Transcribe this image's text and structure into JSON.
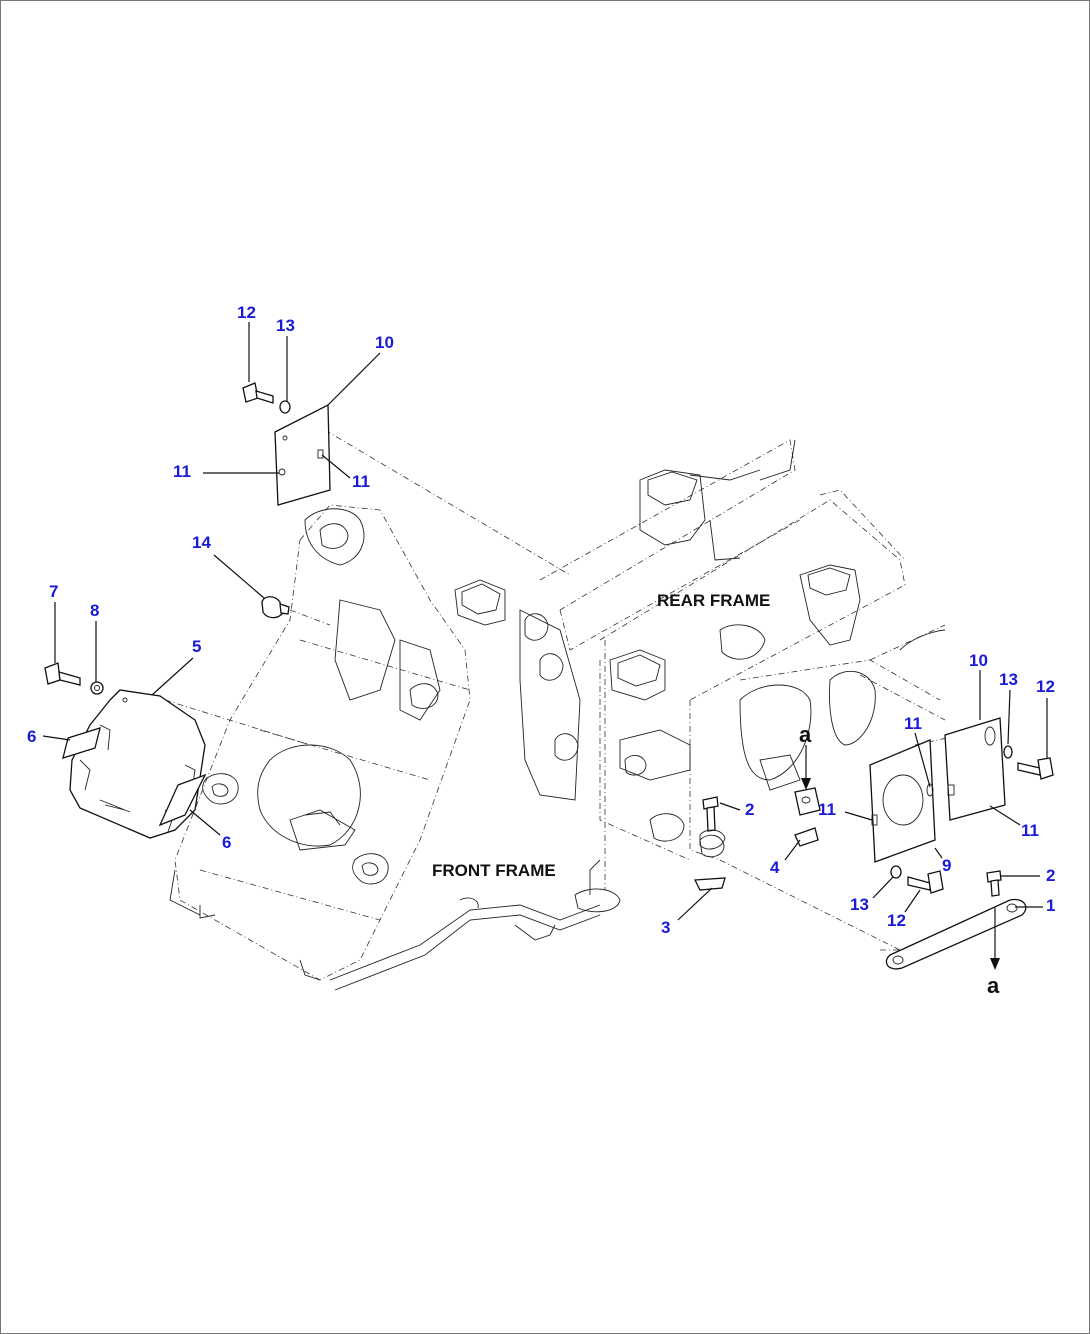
{
  "frame_labels": {
    "rear": "REAR FRAME",
    "front": "FRONT FRAME"
  },
  "reference_letter": "a",
  "callouts": [
    "12",
    "13",
    "10",
    "11",
    "11",
    "14",
    "7",
    "8",
    "5",
    "6",
    "6",
    "10",
    "13",
    "12",
    "11",
    "11",
    "11",
    "2",
    "4",
    "9",
    "2",
    "1",
    "13",
    "12",
    "3"
  ]
}
